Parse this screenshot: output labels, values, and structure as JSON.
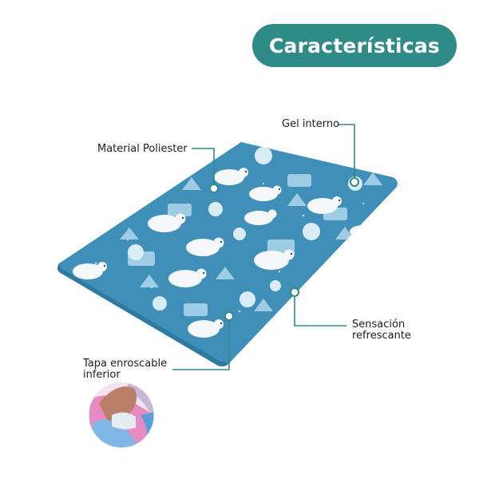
{
  "header": {
    "title": "Características"
  },
  "features": {
    "material": "Material Poliester",
    "gel": "Gel interno",
    "sensacion_line1": "Sensación",
    "sensacion_line2": "refrescante",
    "tapa_line1": "Tapa enroscable",
    "tapa_line2": "inferior"
  },
  "colors": {
    "accent": "#2e8b87",
    "mat": "#3f8fb8",
    "callout": "#2e8b87"
  },
  "icons": {
    "product": "gel-mat-product",
    "pattern": "polar-bear-pattern",
    "detail": "screw-cap-detail-photo"
  }
}
